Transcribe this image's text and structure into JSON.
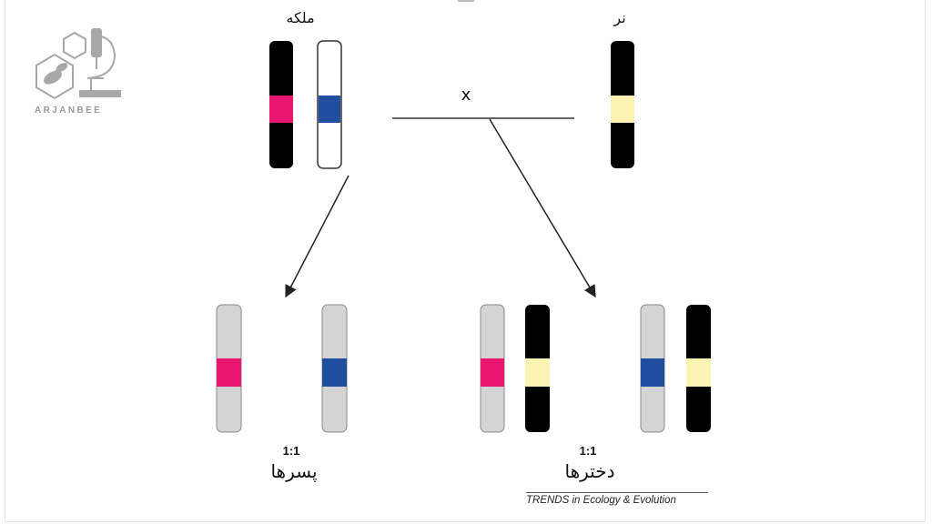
{
  "labels": {
    "queen": "ملکه",
    "male": "نر",
    "cross": "x",
    "sons_ratio": "1:1",
    "sons": "پسرها",
    "daughters_ratio": "1:1",
    "daughters": "دخترها"
  },
  "source": "TRENDS in Ecology & Evolution",
  "logo": {
    "text": "ARJANBEE",
    "icon": "bee-microscope-icon"
  },
  "colors": {
    "black_chromosome": "#000000",
    "white_chromosome": "#ffffff",
    "gray_chromosome": "#d4d4d4",
    "pink_band": "#e8176f",
    "blue_band": "#1f4e9e",
    "yellow_band": "#fbf3b2"
  },
  "chromosomes": {
    "queen": [
      "black with pink band",
      "white with blue band"
    ],
    "male": [
      "black with yellow band"
    ],
    "sons": [
      "gray with pink band",
      "gray with blue band"
    ],
    "daughters": [
      [
        "gray with pink band",
        "black with yellow band"
      ],
      [
        "gray with blue band",
        "black with yellow band"
      ]
    ]
  }
}
